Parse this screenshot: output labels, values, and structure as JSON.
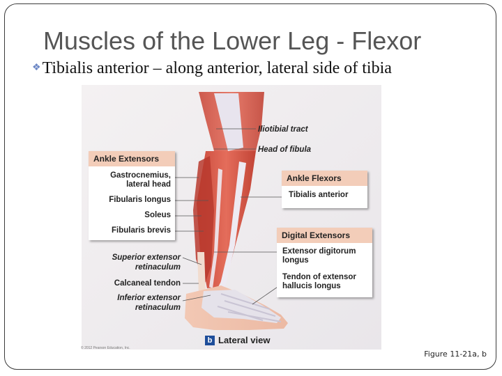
{
  "slide": {
    "title": "Muscles of the Lower Leg - Flexor",
    "bullet": "Tibialis anterior – along anterior, lateral side of tibia"
  },
  "figure": {
    "right_labels": {
      "iliotibial_tract": "Iliotibial tract",
      "head_of_fibula": "Head of fibula"
    },
    "ankle_extensors": {
      "heading": "Ankle Extensors",
      "gastrocnemius_line1": "Gastrocnemius,",
      "gastrocnemius_line2": "lateral head",
      "fibularis_longus": "Fibularis longus",
      "soleus": "Soleus",
      "fibularis_brevis": "Fibularis brevis"
    },
    "left_lower": {
      "sup_ext_ret_line1": "Superior extensor",
      "sup_ext_ret_line2": "retinaculum",
      "calcaneal_tendon": "Calcaneal tendon",
      "inf_ext_ret_line1": "Inferior extensor",
      "inf_ext_ret_line2": "retinaculum"
    },
    "ankle_flexors": {
      "heading": "Ankle Flexors",
      "tibialis_anterior": "Tibialis anterior"
    },
    "digital_extensors": {
      "heading": "Digital Extensors",
      "edl_line1": "Extensor digitorum",
      "edl_line2": "longus",
      "ehl_line1": "Tendon of extensor",
      "ehl_line2": "hallucis longus"
    },
    "view_letter": "b",
    "view_label": "Lateral view",
    "copyright": "© 2012 Pearson Education, Inc."
  },
  "caption": "Figure 11-21a, b",
  "colors": {
    "box_header": "#f3cdb9",
    "muscle": "#d9604f",
    "tendon": "#e9e7f0",
    "bullet": "#6b86c4"
  }
}
